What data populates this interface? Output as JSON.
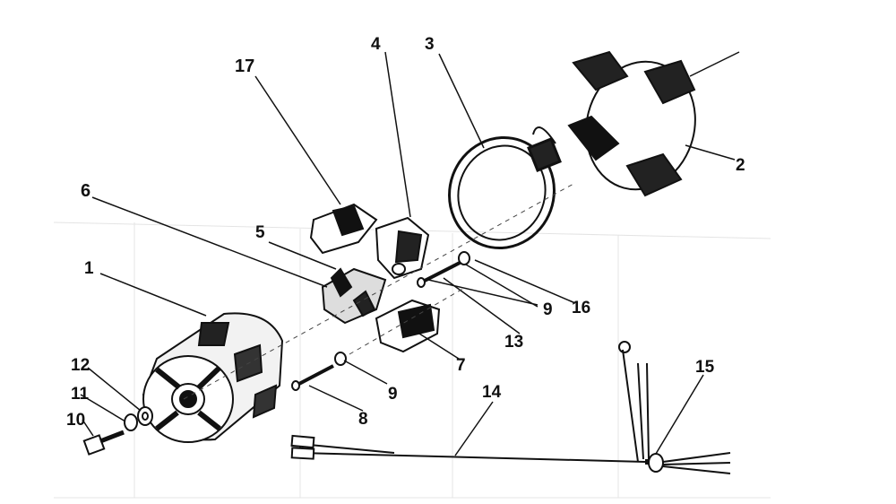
{
  "diagram": {
    "callouts": [
      {
        "id": "c1",
        "text": "1"
      },
      {
        "id": "c2",
        "text": "2"
      },
      {
        "id": "c3",
        "text": "3"
      },
      {
        "id": "c4",
        "text": "4"
      },
      {
        "id": "c5",
        "text": "5"
      },
      {
        "id": "c6",
        "text": "6"
      },
      {
        "id": "c7",
        "text": "7"
      },
      {
        "id": "c8",
        "text": "8"
      },
      {
        "id": "c9a",
        "text": "9"
      },
      {
        "id": "c9b",
        "text": "9"
      },
      {
        "id": "c10",
        "text": "10"
      },
      {
        "id": "c11",
        "text": "11"
      },
      {
        "id": "c12",
        "text": "12"
      },
      {
        "id": "c13",
        "text": "13"
      },
      {
        "id": "c14",
        "text": "14"
      },
      {
        "id": "c15",
        "text": "15"
      },
      {
        "id": "c16",
        "text": "16"
      },
      {
        "id": "c17",
        "text": "17"
      }
    ]
  }
}
